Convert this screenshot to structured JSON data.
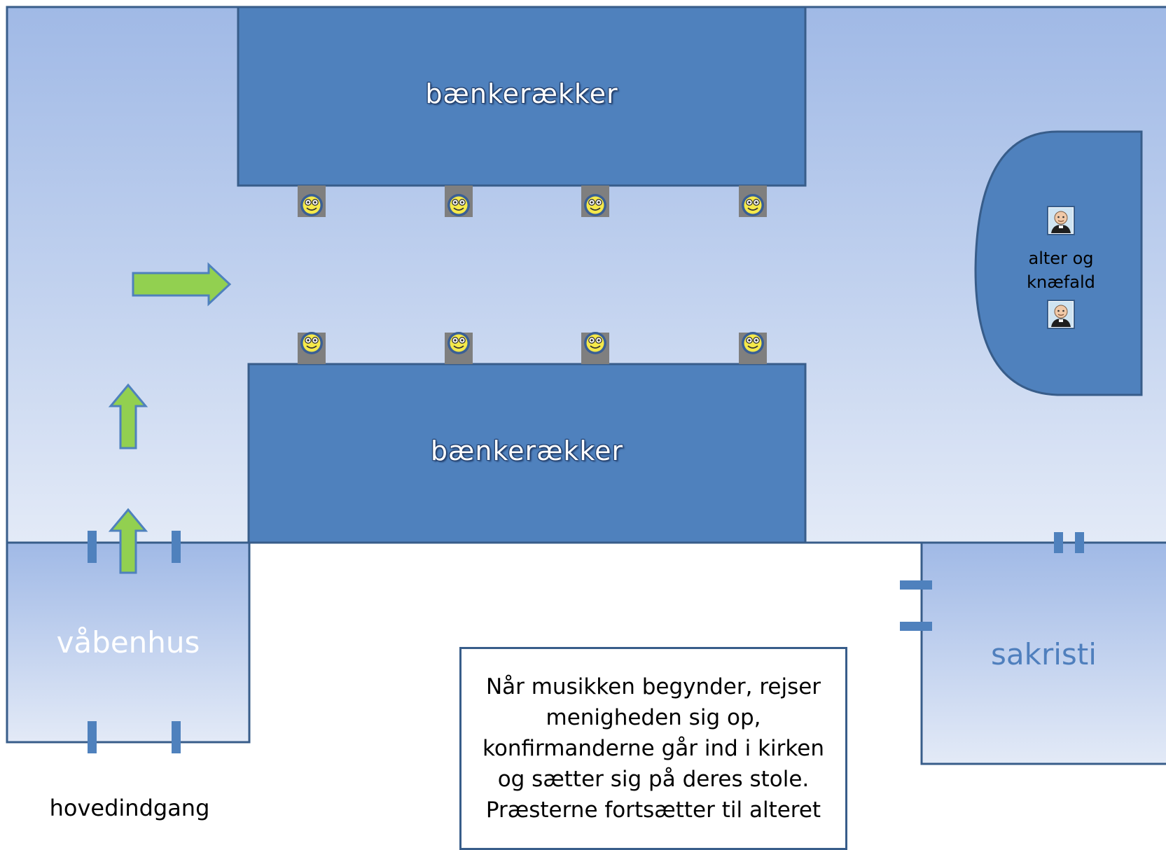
{
  "labels": {
    "pews_top": "bænkerækker",
    "pews_bottom": "bænkerækker",
    "porch": "våbenhus",
    "sacristy": "sakristi",
    "altar_line1": "alter og",
    "altar_line2": "knæfald",
    "entrance": "hovedindgang"
  },
  "note": {
    "lines": [
      "Når musikken begynder, rejser",
      "menigheden sig op,",
      "konfirmanderne går ind i kirken",
      "og sætter sig på deres stole.",
      "Præsterne fortsætter til alteret"
    ]
  },
  "icons": {
    "confirmand": "smiley-face-icon",
    "priest": "priest-icon",
    "arrow": "green-arrow-icon",
    "door": "door-marker-icon"
  },
  "colors": {
    "floor_top": "#a0b9e6",
    "floor_mid": "#c3d3ef",
    "floor_bottom": "#e1e9f6",
    "pews": "#4f81bd",
    "outline": "#385d8a",
    "arrow_fill": "#92d050",
    "arrow_stroke": "#4f81bd",
    "chair": "#7f7f7f",
    "smiley": "#f5e94a"
  }
}
